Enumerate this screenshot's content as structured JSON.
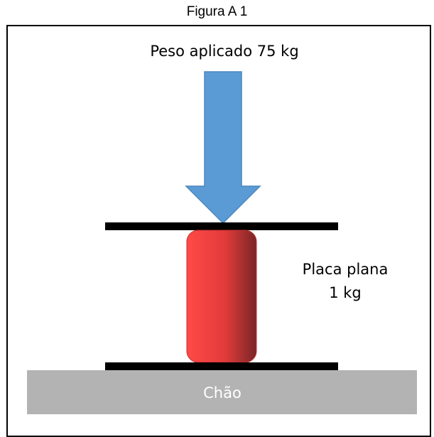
{
  "figure": {
    "title": "Figura A 1"
  },
  "diagram": {
    "weight_label": "Peso aplicado 75 kg",
    "plate_label_line1": "Placa plana",
    "plate_label_line2": "1 kg",
    "floor_label": "Chão"
  },
  "colors": {
    "arrow": "#5B9BD5",
    "plate_lines": "#000000",
    "block": "#E8403F",
    "floor": "#B3B3B3",
    "floor_text": "#FFFFFF"
  }
}
